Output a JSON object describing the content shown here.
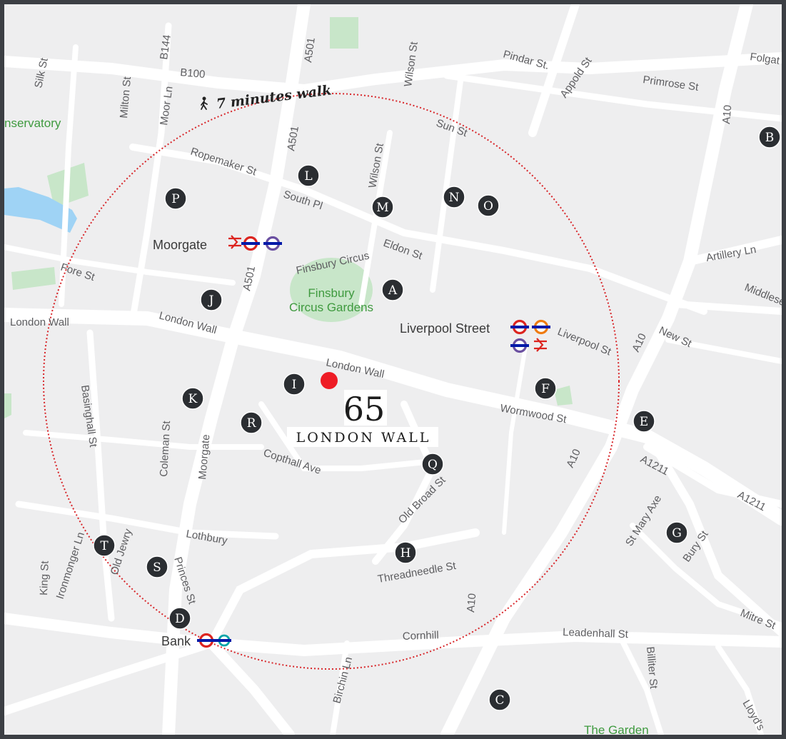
{
  "walk_label": "7 minutes walk",
  "building": {
    "number": "65",
    "name": "LONDON WALL"
  },
  "stations": {
    "moorgate": "Moorgate",
    "liverpool_street": "Liverpool Street",
    "bank": "Bank"
  },
  "green_areas": {
    "finsbury_line1": "Finsbury",
    "finsbury_line2": "Circus Gardens",
    "observatory": "nservatory",
    "the_garden": "The Garden"
  },
  "streets": {
    "silk": "Silk St",
    "b144": "B144",
    "a501_top": "A501",
    "milton": "Milton St",
    "b100": "B100",
    "moor_ln": "Moor Ln",
    "wilson_top": "Wilson St",
    "pindar": "Pindar St.",
    "appold": "Appold St",
    "primrose": "Primrose St",
    "folgate": "Folgat",
    "a10_top": "A10",
    "sun": "Sun St",
    "ropemaker": "Ropemaker St",
    "a501_mid": "A501",
    "wilson_mid": "Wilson St",
    "south_pl": "South Pl",
    "eldon": "Eldon St",
    "artillery": "Artillery Ln",
    "fore": "Fore St",
    "finsbury_circus": "Finsbury Circus",
    "a501_low": "A501",
    "middlesex": "Middlese",
    "london_wall_left": "London Wall",
    "london_wall_mid": "London Wall",
    "liverpool_st": "Liverpool St",
    "a10_mid": "A10",
    "new_st": "New St",
    "london_wall_center": "London Wall",
    "wormwood": "Wormwood St",
    "basinghall": "Basinghall St",
    "coleman": "Coleman St",
    "moorgate_st": "Moorgate",
    "copthall": "Copthall Ave",
    "a10_low": "A10",
    "a1211_a": "A1211",
    "a1211_b": "A1211",
    "old_broad": "Old Broad St",
    "st_mary_axe": "St Mary Axe",
    "bury": "Bury St",
    "lothbury": "Lothbury",
    "ironmonger": "Ironmonger Ln",
    "old_jewry": "Old Jewry",
    "king": "King St",
    "princes": "Princes St",
    "threadneedle": "Threadneedle St",
    "a10_bottom": "A10",
    "mitre": "Mitre St",
    "cornhill": "Cornhill",
    "leadenhall": "Leadenhall St",
    "billiter": "Billiter St",
    "birchin": "Birchin Ln",
    "lloyds": "Lloyd's"
  },
  "markers": [
    "A",
    "B",
    "C",
    "D",
    "E",
    "F",
    "G",
    "H",
    "I",
    "J",
    "K",
    "L",
    "M",
    "N",
    "O",
    "P",
    "Q",
    "R",
    "S",
    "T"
  ],
  "colors": {
    "route_circle": "#d8262a",
    "building_dot": "#ee1c25",
    "tube_red": "#dc241f",
    "tube_blue": "#0019a8",
    "overground": "#ef7b10",
    "dlr": "#00a4a7",
    "marker": "#2b2e32"
  }
}
